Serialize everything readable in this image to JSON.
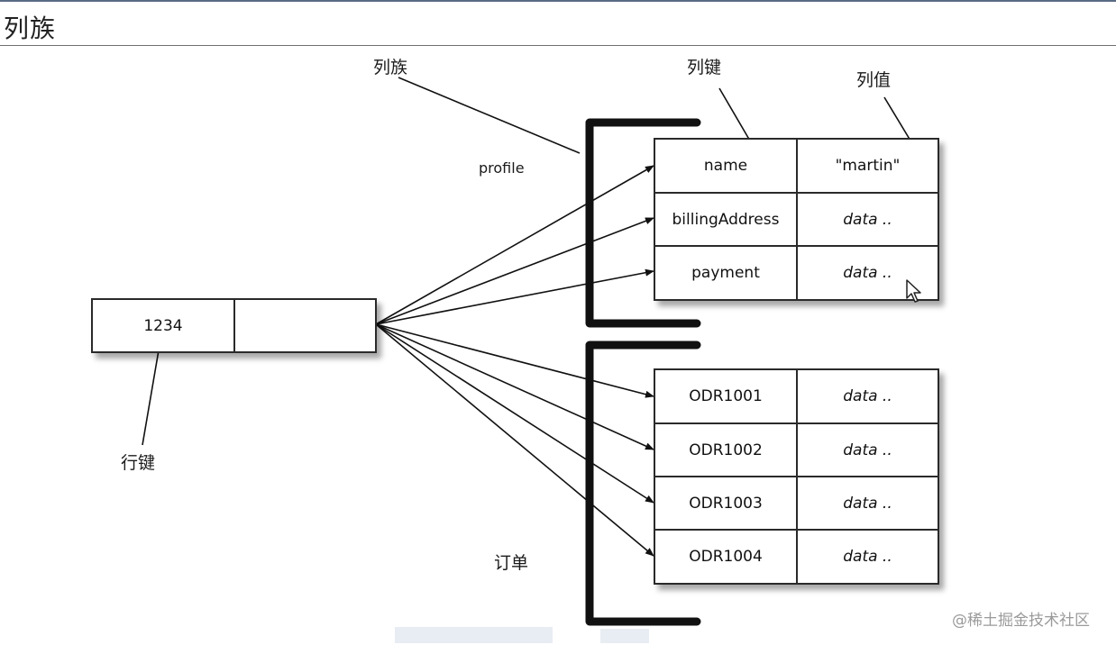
{
  "header": {
    "title": "列族"
  },
  "labels": {
    "column_family": "列族",
    "column_key": "列键",
    "column_value": "列值",
    "row_key": "行键",
    "profile": "profile",
    "orders": "订单"
  },
  "row": {
    "key": "1234",
    "value": ""
  },
  "profile_rows": [
    {
      "key": "name",
      "value": "\"martin\""
    },
    {
      "key": "billingAddress",
      "value": "data .."
    },
    {
      "key": "payment",
      "value": "data .."
    }
  ],
  "order_rows": [
    {
      "key": "ODR1001",
      "value": "data .."
    },
    {
      "key": "ODR1002",
      "value": "data .."
    },
    {
      "key": "ODR1003",
      "value": "data .."
    },
    {
      "key": "ODR1004",
      "value": "data .."
    }
  ],
  "watermark": "@稀土掘金技术社区",
  "colors": {
    "line": "#111111",
    "bracket": "#111111",
    "header_rule": "#5a6b84"
  }
}
